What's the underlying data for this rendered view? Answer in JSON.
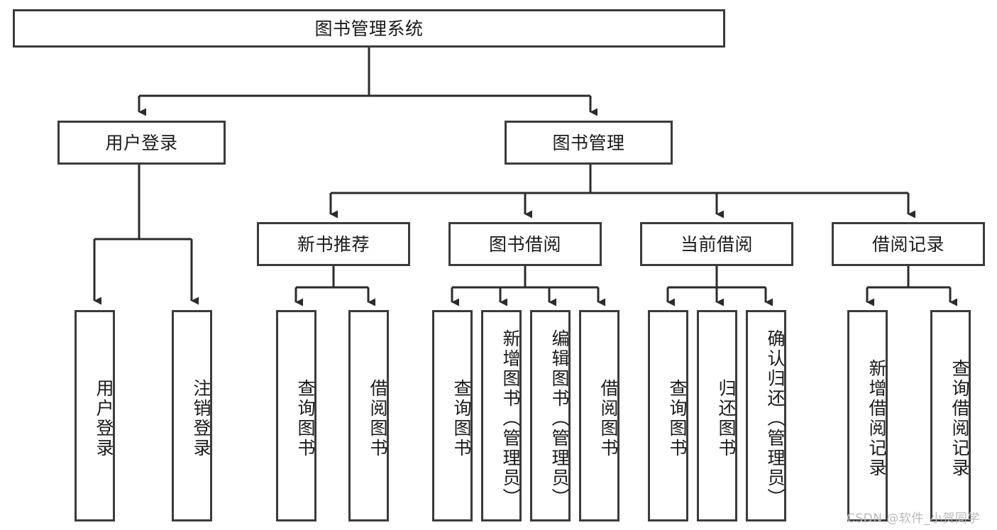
{
  "diagram": {
    "title_label": "图书管理系统",
    "type": "tree-hierarchy-diagram",
    "colors": {
      "box_border": "#3b3b3b",
      "box_fill": "#ffffff",
      "connector": "#2b2b2b",
      "text": "#1a1a1a",
      "watermark": "#b9b9b9"
    },
    "root": {
      "label": "图书管理系统"
    },
    "level2": [
      {
        "label": "用户登录"
      },
      {
        "label": "图书管理"
      }
    ],
    "level3": [
      {
        "label": "新书推荐"
      },
      {
        "label": "图书借阅"
      },
      {
        "label": "当前借阅"
      },
      {
        "label": "借阅记录"
      }
    ],
    "leaves": {
      "user_login": [
        {
          "label": "用户登录"
        },
        {
          "label": "注销登录"
        }
      ],
      "new_book_recommend": [
        {
          "label": "查询图书"
        },
        {
          "label": "借阅图书"
        }
      ],
      "book_borrow": [
        {
          "label": "查询图书"
        },
        {
          "label": "新增图书（管理员）"
        },
        {
          "label": "编辑图书（管理员）"
        },
        {
          "label": "借阅图书"
        }
      ],
      "current_borrow": [
        {
          "label": "查询图书"
        },
        {
          "label": "归还图书"
        },
        {
          "label": "确认归还（管理员）"
        }
      ],
      "borrow_record": [
        {
          "label": "新增借阅记录"
        },
        {
          "label": "查询借阅记录"
        }
      ]
    }
  },
  "watermark": {
    "text": "CSDN @软件_小贺同学"
  }
}
